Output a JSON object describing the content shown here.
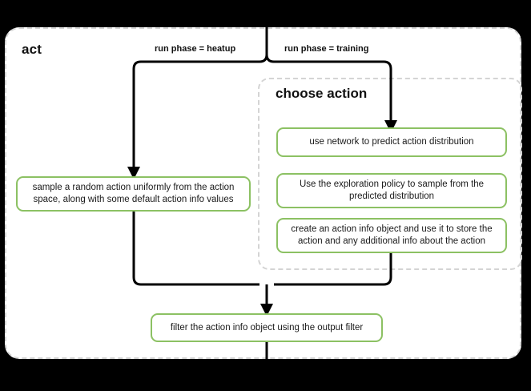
{
  "diagram": {
    "type": "flowchart",
    "background_color": "#000000",
    "panel_color": "#ffffff",
    "node_border_color": "#8cc163",
    "group_border_color": "#d4d4d4",
    "wire_color": "#000000",
    "outer_group": {
      "title": "act"
    },
    "inner_group": {
      "title": "choose action"
    },
    "edge_labels": [
      {
        "text": "run phase = heatup"
      },
      {
        "text": "run phase = training"
      }
    ],
    "nodes": [
      {
        "id": "heatup-sample",
        "text": "sample a random action uniformly from the action space, along with some default action info values"
      },
      {
        "id": "predict-distribution",
        "text": "use network to predict action distribution"
      },
      {
        "id": "exploration-policy",
        "text": "Use the exploration policy to sample from the predicted distribution"
      },
      {
        "id": "create-action-info",
        "text": "create an action info object and use it to store the action and any additional info about the action"
      },
      {
        "id": "output-filter",
        "text": "filter the action info object using the output filter"
      }
    ]
  }
}
